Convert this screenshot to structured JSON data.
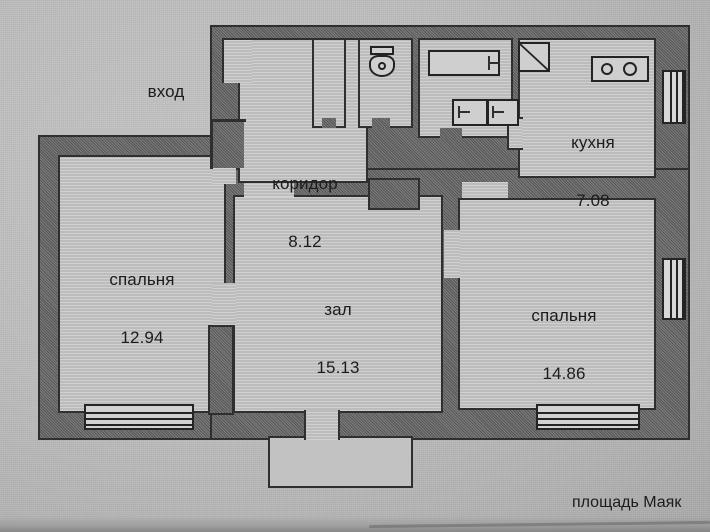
{
  "document": {
    "type": "apartment-floor-plan",
    "caption": "площадь Маяк",
    "entrance_label": "вход"
  },
  "colors": {
    "paper": "#bdbdbd",
    "wall_fill": "#6e6e6e",
    "wall_stroke": "#2f2f2f",
    "room_fill": "#c6c6c6",
    "text": "#1c1c1c"
  },
  "rooms": [
    {
      "id": "bedroom_left",
      "name": "спальня",
      "area": "12.94"
    },
    {
      "id": "corridor",
      "name": "коридор",
      "area": "8.12"
    },
    {
      "id": "kitchen",
      "name": "кухня",
      "area": "7.08"
    },
    {
      "id": "hall",
      "name": "зал",
      "area": "15.13"
    },
    {
      "id": "bedroom_right",
      "name": "спальня",
      "area": "14.86"
    }
  ],
  "fixtures": [
    {
      "id": "toilet",
      "name": "toilet-fixture"
    },
    {
      "id": "bathtub",
      "name": "bathtub-fixture"
    },
    {
      "id": "sink",
      "name": "sink-fixture"
    },
    {
      "id": "washbasin",
      "name": "washbasin-fixture"
    },
    {
      "id": "stove",
      "name": "stove-fixture"
    }
  ],
  "openings": {
    "windows": [
      {
        "id": "win_bedroom_left_bottom",
        "orientation": "horizontal",
        "panes": 3
      },
      {
        "id": "win_bedroom_right_bottom",
        "orientation": "horizontal",
        "panes": 3
      },
      {
        "id": "win_kitchen_right",
        "orientation": "vertical",
        "panes": 3
      },
      {
        "id": "win_bedroom_right_side",
        "orientation": "vertical",
        "panes": 3
      }
    ],
    "door_swings": [
      {
        "id": "door_kitchen",
        "name": "kitchen-door-swing"
      }
    ],
    "balcony": {
      "id": "balcony_hall",
      "name": "hall-balcony"
    }
  }
}
